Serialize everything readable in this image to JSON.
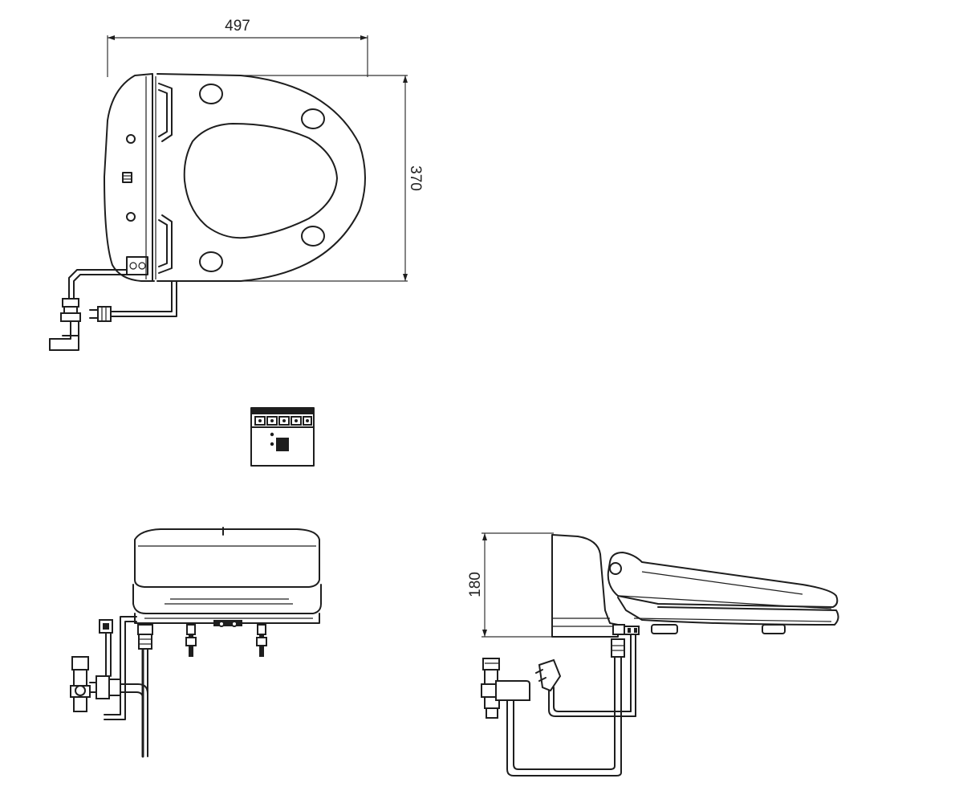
{
  "dimensions": {
    "width_label": "497",
    "depth_label": "370",
    "height_label": "180"
  },
  "views": [
    {
      "id": "top-view"
    },
    {
      "id": "control-panel-detail"
    },
    {
      "id": "front-view"
    },
    {
      "id": "side-view"
    }
  ],
  "colors": {
    "line": "#1e1e1e",
    "background": "#ffffff"
  }
}
